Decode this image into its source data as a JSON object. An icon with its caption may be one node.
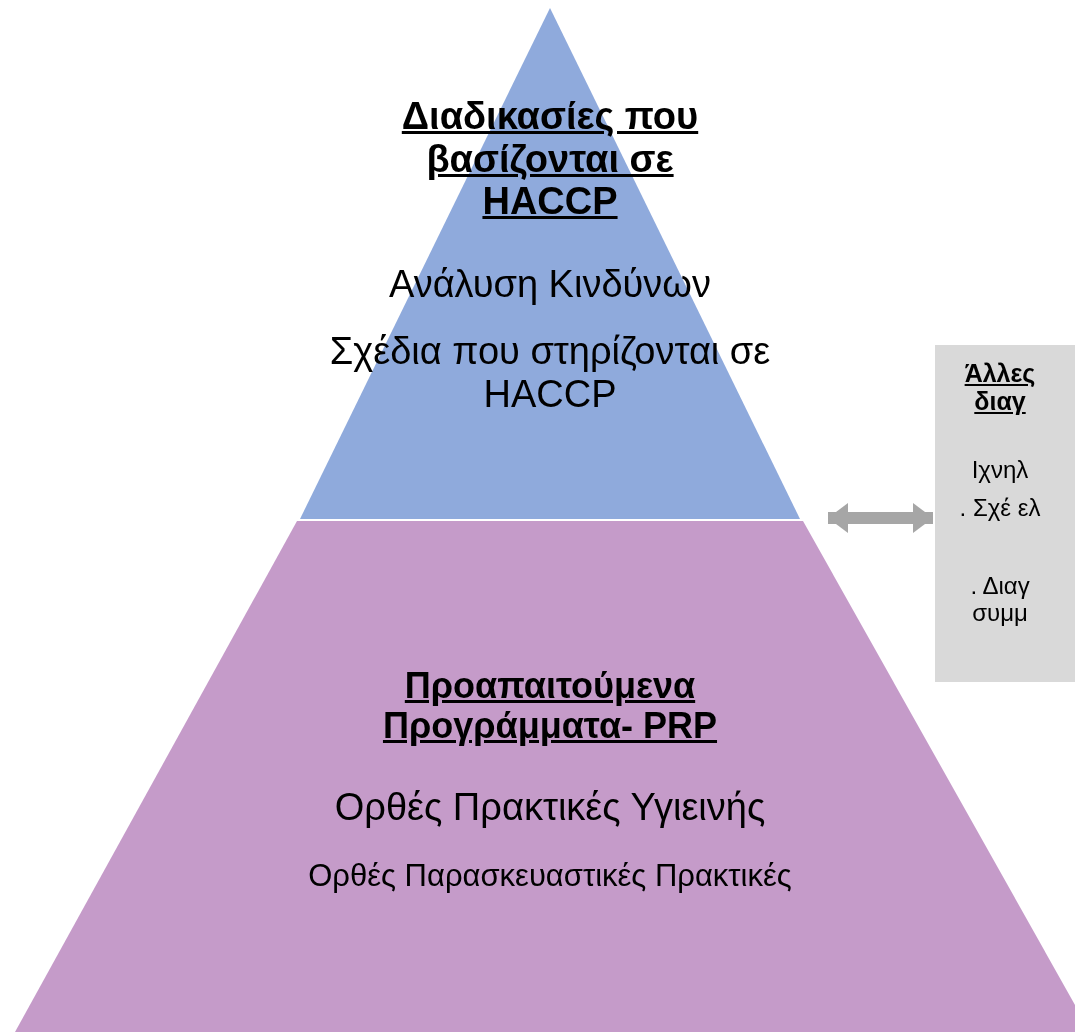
{
  "diagram": {
    "nodes": [
      {
        "text": [
          "Διαδικασίες που βασίζονται σε HACCP",
          "Ανάλυση Κινδύνων",
          "Σχέδια που στηρίζονται σε HACCP"
        ]
      },
      {
        "text": [
          "Προαπαιτούμενα Προγράμματα- PRP",
          "Ορθές Πρακτικές Υγιεινής",
          "Ορθές Παρασκευαστικές Πρακτικές"
        ]
      },
      {
        "text": [
          "Άλλες διαγ",
          "Ιχνηλ",
          ". Σχέ ελ",
          ". Διαγ συμμ"
        ]
      }
    ],
    "edges": [
      {
        "from": 0,
        "to": 2,
        "arrow": "both",
        "color": "#a6a6a6"
      }
    ]
  }
}
